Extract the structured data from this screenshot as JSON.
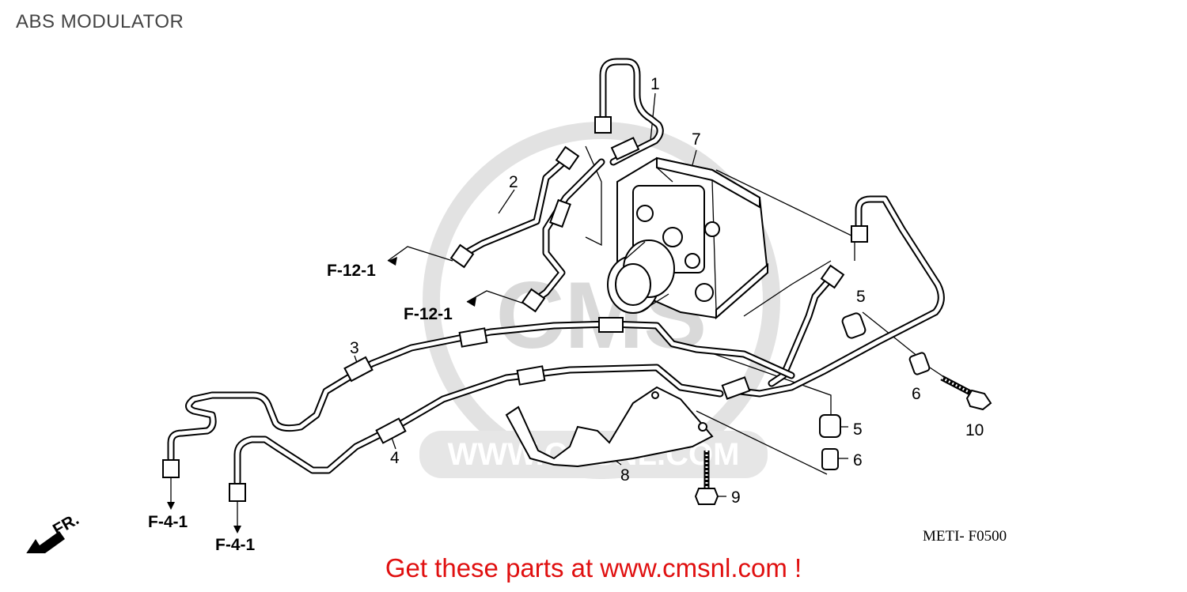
{
  "page_title": "ABS MODULATOR",
  "callouts": {
    "n1": "1",
    "n2": "2",
    "n3": "3",
    "n4": "4",
    "n5a": "5",
    "n5b": "5",
    "n6a": "6",
    "n6b": "6",
    "n7": "7",
    "n8": "8",
    "n9": "9",
    "n10": "10"
  },
  "references": {
    "f12_upper": "F-12-1",
    "f12_lower": "F-12-1",
    "f41_left": "F-4-1",
    "f41_right": "F-4-1",
    "fr": "FR."
  },
  "diagram_code": "METI- F0500",
  "watermark_text": "WWW.CMSNL.COM",
  "promo_text": "Get these parts at www.cmsnl.com !",
  "colors": {
    "promo": "#e01010",
    "title": "#444444",
    "watermark": "#d9d9d9"
  }
}
